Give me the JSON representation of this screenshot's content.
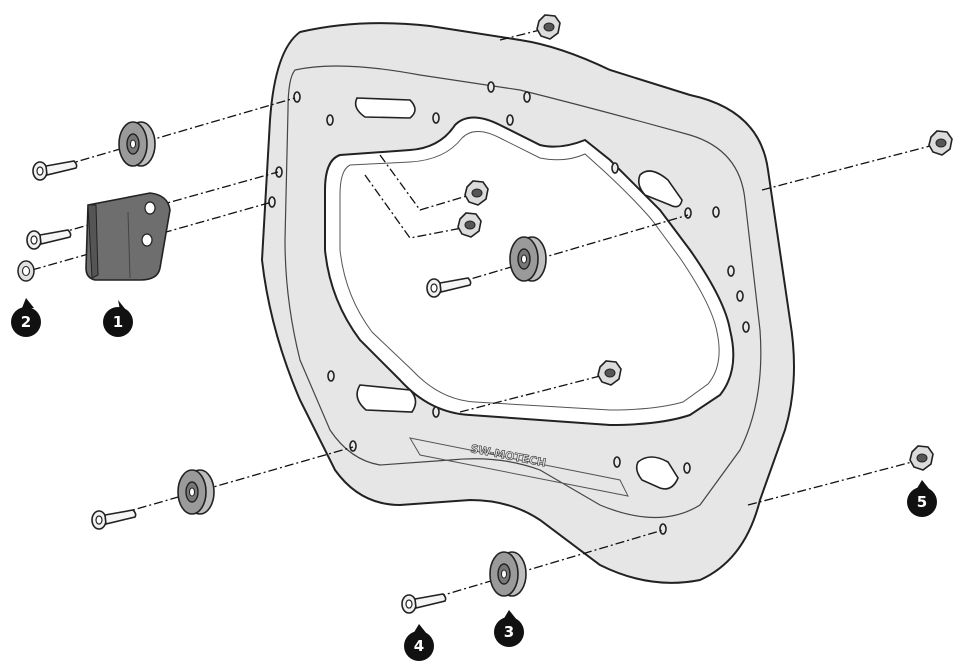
{
  "callouts": [
    {
      "id": "1",
      "label": "1"
    },
    {
      "id": "2",
      "label": "2"
    },
    {
      "id": "3",
      "label": "3"
    },
    {
      "id": "4",
      "label": "4"
    },
    {
      "id": "5",
      "label": "5"
    }
  ],
  "frame": {
    "engraved_brand": "SW-MOTECH"
  },
  "colors": {
    "frame_fill": "#e6e6e6",
    "outline": "#222222",
    "callout_fill": "#111111",
    "part_gray": "#8c8c8c",
    "bracket_gray": "#6e6e6e"
  }
}
